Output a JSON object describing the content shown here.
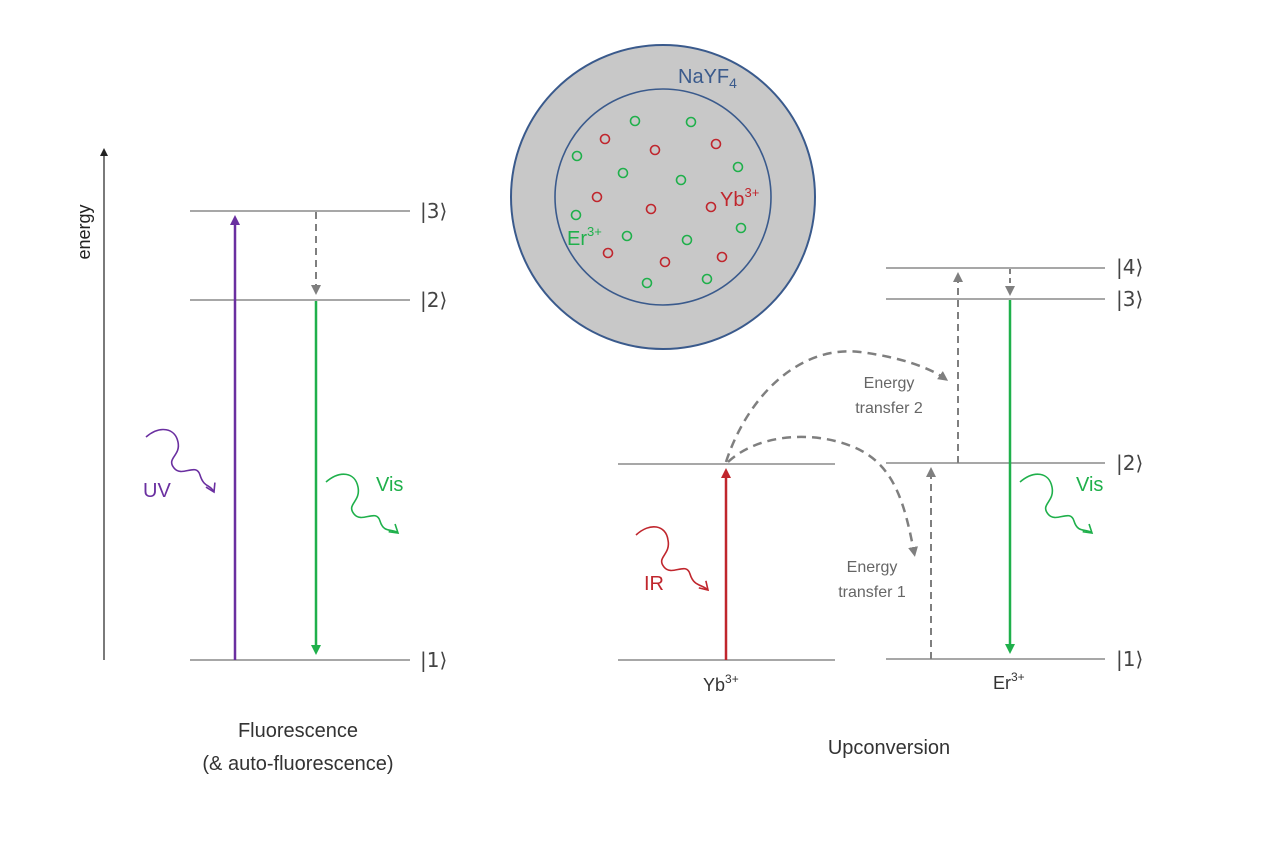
{
  "axis": {
    "label": "energy"
  },
  "fluorescence": {
    "levels": [
      "|3⟩",
      "|2⟩",
      "|1⟩"
    ],
    "excitation_label": "UV",
    "emission_label": "Vis",
    "caption_line1": "Fluorescence",
    "caption_line2": "(& auto-fluorescence)"
  },
  "nanoparticle": {
    "shell_label_main": "NaYF",
    "shell_label_sub": "4",
    "dopant_yb_main": "Yb",
    "dopant_yb_sup": "3+",
    "dopant_er_main": "Er",
    "dopant_er_sup": "3+"
  },
  "upconversion": {
    "excitation_label": "IR",
    "emission_label": "Vis",
    "transfer1_line1": "Energy",
    "transfer1_line2": "transfer 1",
    "transfer2_line1": "Energy",
    "transfer2_line2": "transfer 2",
    "yb_main": "Yb",
    "yb_sup": "3+",
    "er_main": "Er",
    "er_sup": "3+",
    "levels": [
      "|4⟩",
      "|3⟩",
      "|2⟩",
      "|1⟩"
    ],
    "caption": "Upconversion"
  },
  "colors": {
    "uv": "#6a2fa0",
    "vis": "#1fb04b",
    "ir": "#c0262d",
    "level_line": "#8a8a8a",
    "transfer": "#7f7f7f",
    "shell_fill": "#c8c8c8",
    "shell_stroke": "#3a5a8c",
    "label_blue": "#3a5a8c"
  }
}
